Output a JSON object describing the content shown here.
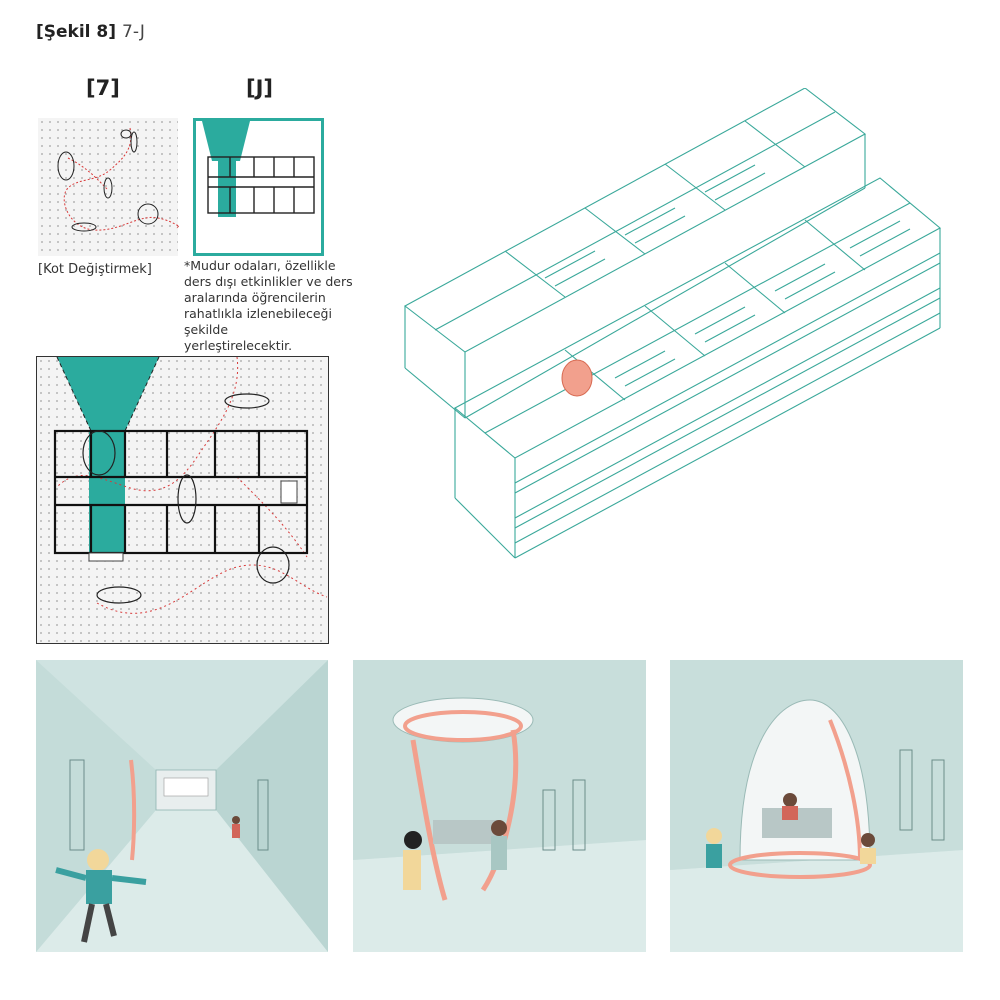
{
  "figure": {
    "label": "[Şekil 8]",
    "code": "7-J"
  },
  "panels": {
    "p7_label": "[7]",
    "pj_label": "[J]",
    "p7_caption": "[Kot Değiştirmek]",
    "note_lines": [
      "*Mudur odaları, özellikle",
      "ders dışı etkinlikler ve ders",
      "aralarında öğrencilerin",
      "rahatlıkla izlenebileceği şekilde",
      "yerleştirelecektir."
    ]
  },
  "colors": {
    "teal": "#2bab9e",
    "line_teal": "#3aa89a",
    "red_path": "#d83a3a",
    "salmon": "#f2a08d",
    "view_bg": "#cfe3e1",
    "view_floor": "#dcebe9"
  }
}
